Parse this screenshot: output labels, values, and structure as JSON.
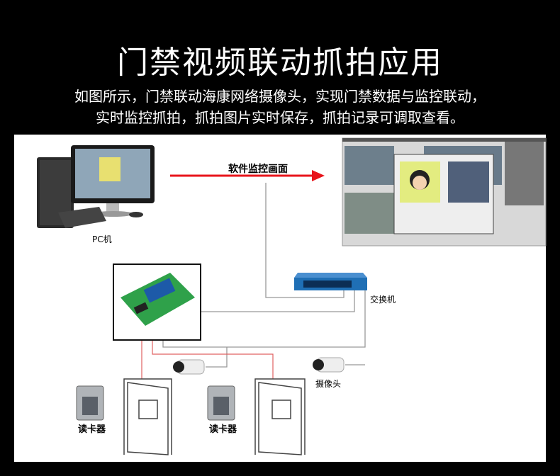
{
  "header": {
    "title": "门禁视频联动抓拍应用",
    "desc_line1": "如图所示，门禁联动海康网络摄像头，实现门禁数据与监控联动，",
    "desc_line2": "实时监控抓拍，抓拍图片实时保存，抓拍记录可调取查看。"
  },
  "diagram": {
    "pc_label": "PC机",
    "arrow_label": "软件监控画面",
    "switch_label": "交换机",
    "camera_label": "摄像头",
    "reader1_label": "读卡器",
    "reader2_label": "读卡器"
  },
  "colors": {
    "arrow": "#e8141b",
    "switch": "#1f6fb5",
    "board": "#2fa14a"
  }
}
